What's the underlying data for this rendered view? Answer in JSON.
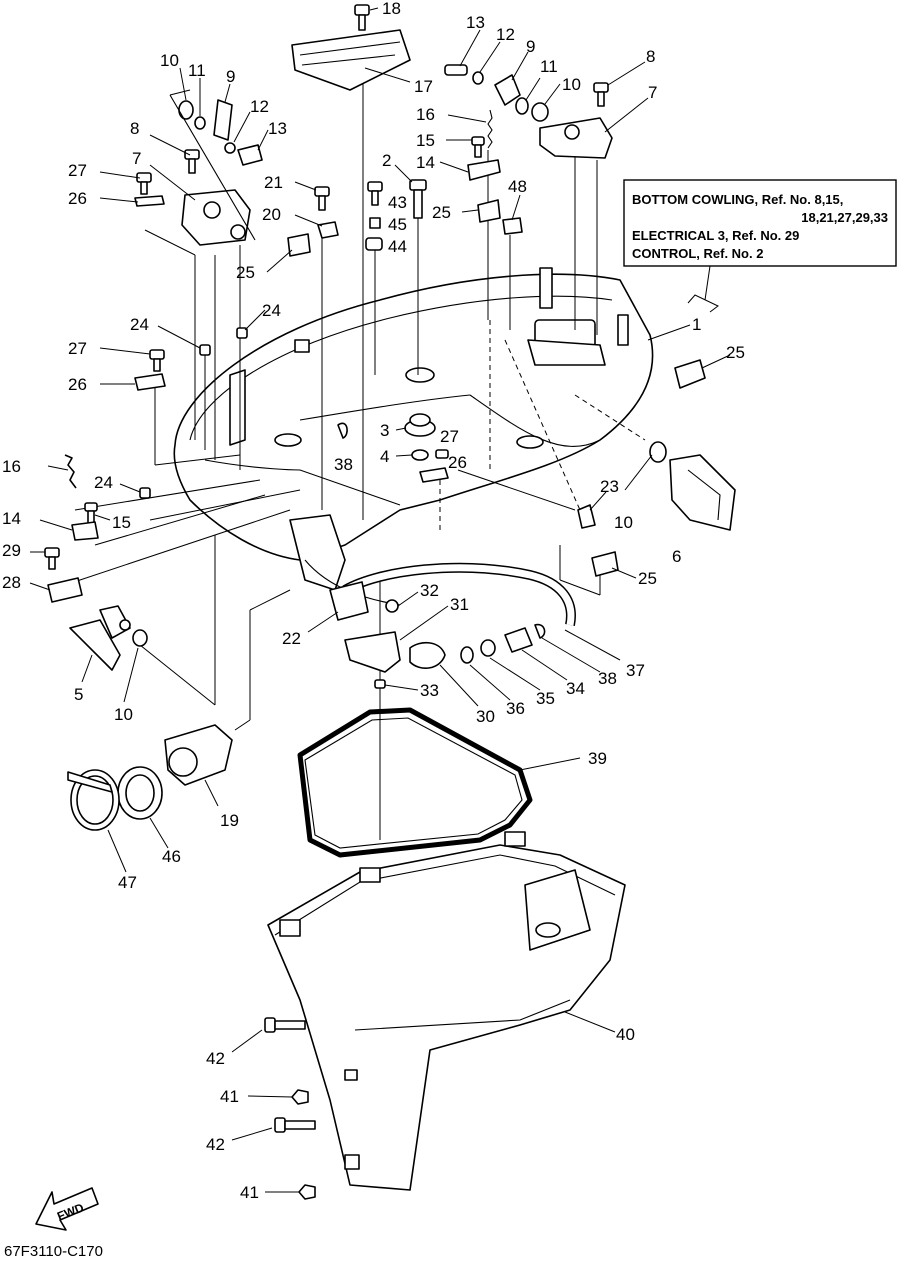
{
  "diagram": {
    "drawing_code": "67F3110-C170",
    "fwd_label": "FWD",
    "reference_box": {
      "line1": "BOTTOM COWLING, Ref. No. 8,15,",
      "line2": "18,21,27,29,33",
      "line3": "ELECTRICAL 3, Ref. No. 29",
      "line4": "CONTROL, Ref. No. 2"
    },
    "callouts": [
      "18",
      "17",
      "13",
      "12",
      "9",
      "8",
      "7",
      "10",
      "11",
      "11",
      "10",
      "9",
      "12",
      "13",
      "8",
      "27",
      "7",
      "26",
      "21",
      "20",
      "25",
      "2",
      "43",
      "45",
      "44",
      "16",
      "15",
      "14",
      "25",
      "48",
      "1",
      "24",
      "24",
      "27",
      "26",
      "25",
      "3",
      "27",
      "4",
      "26",
      "38",
      "16",
      "24",
      "15",
      "14",
      "23",
      "10",
      "6",
      "25",
      "29",
      "28",
      "22",
      "32",
      "31",
      "5",
      "10",
      "33",
      "30",
      "36",
      "35",
      "34",
      "38",
      "37",
      "39",
      "19",
      "46",
      "47",
      "40",
      "42",
      "41",
      "42",
      "41"
    ]
  }
}
